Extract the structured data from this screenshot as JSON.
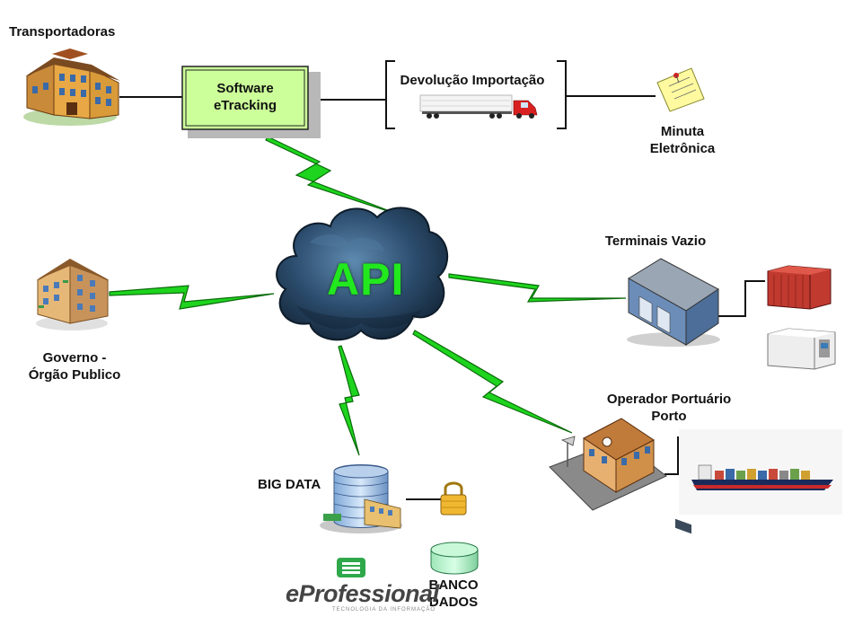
{
  "nodes": {
    "transportadoras": "Transportadoras",
    "software_line1": "Software",
    "software_line2": "eTracking",
    "devolucao": "Devolução Importação",
    "minuta_line1": "Minuta",
    "minuta_line2": "Eletrônica",
    "api": "API",
    "terminais": "Terminais Vazio",
    "governo_line1": "Governo -",
    "governo_line2": "Órgão Publico",
    "operador_line1": "Operador Portuário",
    "operador_line2": "Porto",
    "bigdata": "BIG DATA",
    "banco_line1": "BANCO",
    "banco_line2": "DADOS"
  },
  "logo": {
    "name": "eProfessional",
    "tagline": "TECNOLOGIA DA INFORMAÇÃO"
  },
  "colors": {
    "lightning": "#1ed41e",
    "software_box": "#ccff99",
    "api_text": "#22e81e",
    "cloud": "#2a4a66"
  },
  "icons": [
    "building-icon",
    "truck-icon",
    "sticky-note-icon",
    "storm-cloud-icon",
    "warehouse-icon",
    "container-icon",
    "port-building-icon",
    "ship-icon",
    "office-tower-icon",
    "padlock-icon",
    "database-icon"
  ]
}
